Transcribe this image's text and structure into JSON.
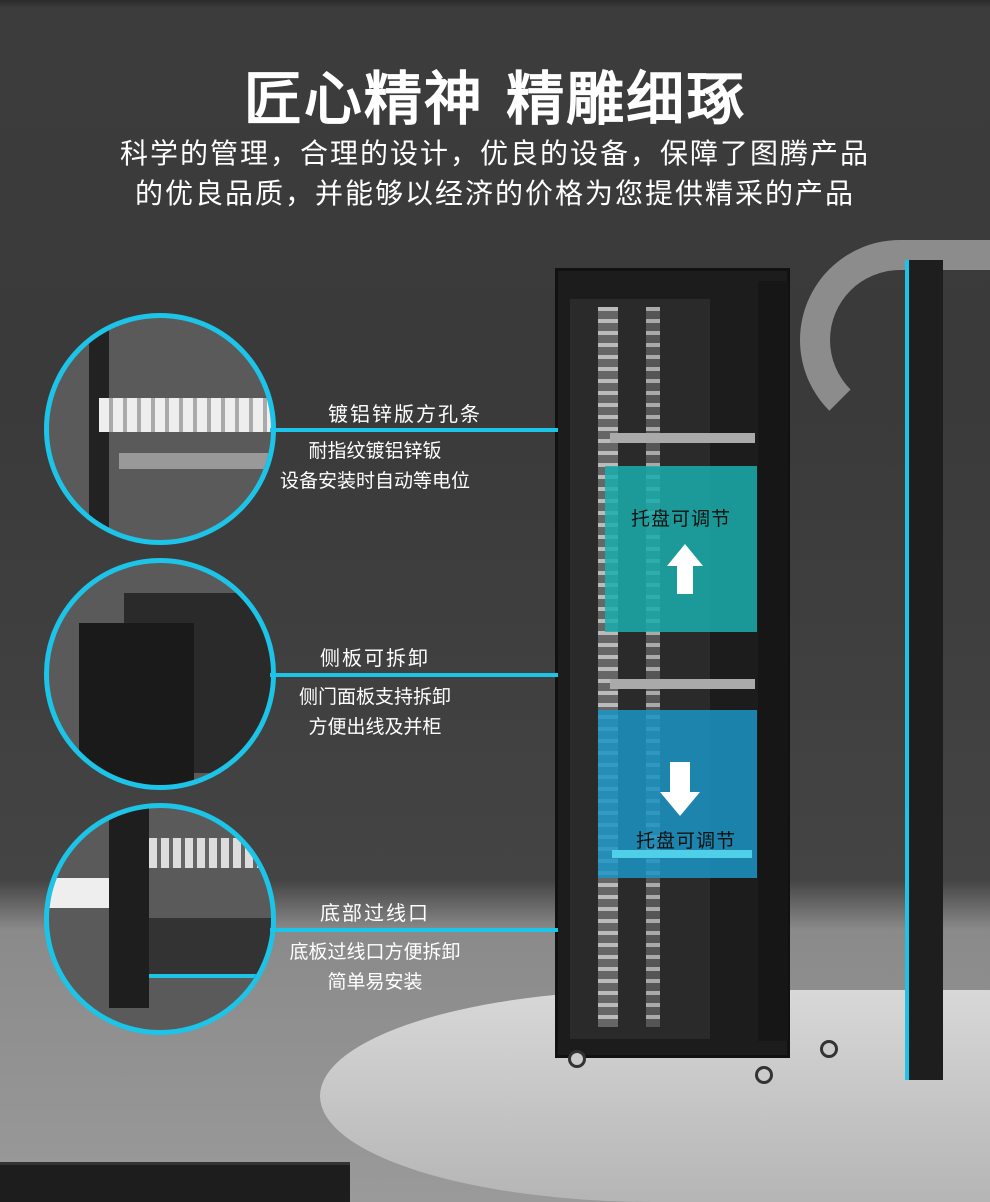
{
  "header": {
    "title": "匠心精神 精雕细琢",
    "subtitle_lines": [
      "科学的管理，合理的设计，优良的设备，保障了图腾产品",
      "的优良品质，并能够以经济的价格为您提供精采的产品"
    ]
  },
  "features": [
    {
      "label": "镀铝锌版方孔条",
      "desc": [
        "耐指纹镀铝锌钣",
        "设备安装时自动等电位"
      ]
    },
    {
      "label": "侧板可拆卸",
      "desc": [
        "侧门面板支持拆卸",
        "方便出线及并柜"
      ]
    },
    {
      "label": "底部过线口",
      "desc": [
        "底板过线口方便拆卸",
        "简单易安装"
      ]
    }
  ],
  "tray": {
    "up_label": "托盘可调节",
    "down_label": "托盘可调节"
  },
  "colors": {
    "accent": "#1cc4e8",
    "tray_up": "#1aaeae",
    "tray_down": "#1a94c4"
  }
}
